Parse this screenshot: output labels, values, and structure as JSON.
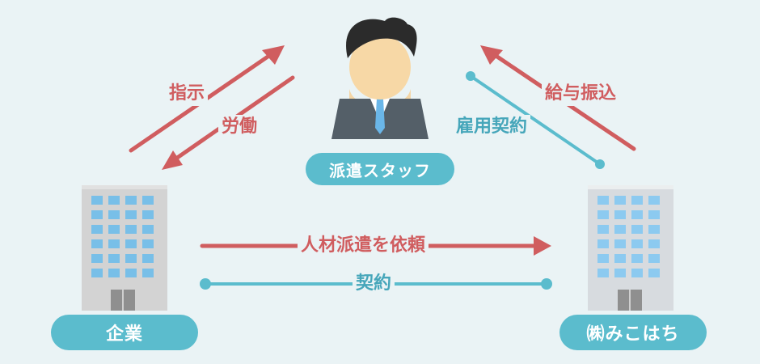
{
  "nodes": {
    "staff": "派遣スタッフ",
    "client": "企業",
    "agency": "㈱みこはち"
  },
  "edges": {
    "instruction": "指示",
    "labor": "労働",
    "salary_transfer": "給与振込",
    "employment_contract": "雇用契約",
    "dispatch_request": "人材派遣を依頼",
    "contract": "契約"
  },
  "colors": {
    "background": "#eaf3f5",
    "accent_red": "#d05d5f",
    "accent_teal": "#5bbccd"
  }
}
